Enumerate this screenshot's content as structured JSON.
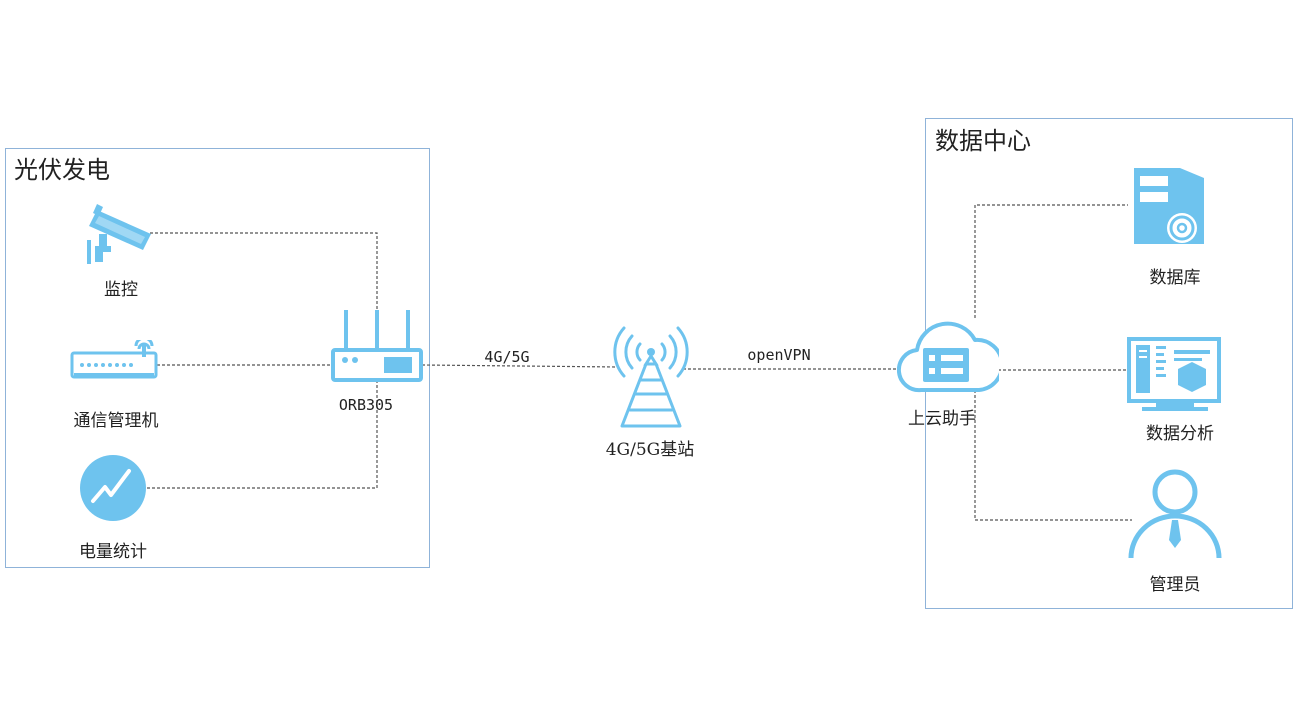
{
  "colors": {
    "icon": "#6ec3ee",
    "box_border": "#8fb3d9",
    "line": "#555555"
  },
  "left_group": {
    "title": "光伏发电",
    "devices": [
      {
        "label": "监控",
        "icon": "surveillance-camera-icon"
      },
      {
        "label": "通信管理机",
        "icon": "communication-manager-icon"
      },
      {
        "label": "电量统计",
        "icon": "power-statistics-icon"
      }
    ],
    "router": {
      "label": "ORB305",
      "icon": "router-icon"
    }
  },
  "links": {
    "router_to_station": "4G/5G",
    "station_to_cloud": "openVPN"
  },
  "base_station": {
    "label": "4G/5G基站",
    "icon": "cell-tower-icon"
  },
  "cloud": {
    "label": "上云助手",
    "icon": "cloud-icon"
  },
  "right_group": {
    "title": "数据中心",
    "items": [
      {
        "label": "数据库",
        "icon": "database-server-icon"
      },
      {
        "label": "数据分析",
        "icon": "data-analysis-monitor-icon"
      },
      {
        "label": "管理员",
        "icon": "administrator-icon"
      }
    ]
  }
}
